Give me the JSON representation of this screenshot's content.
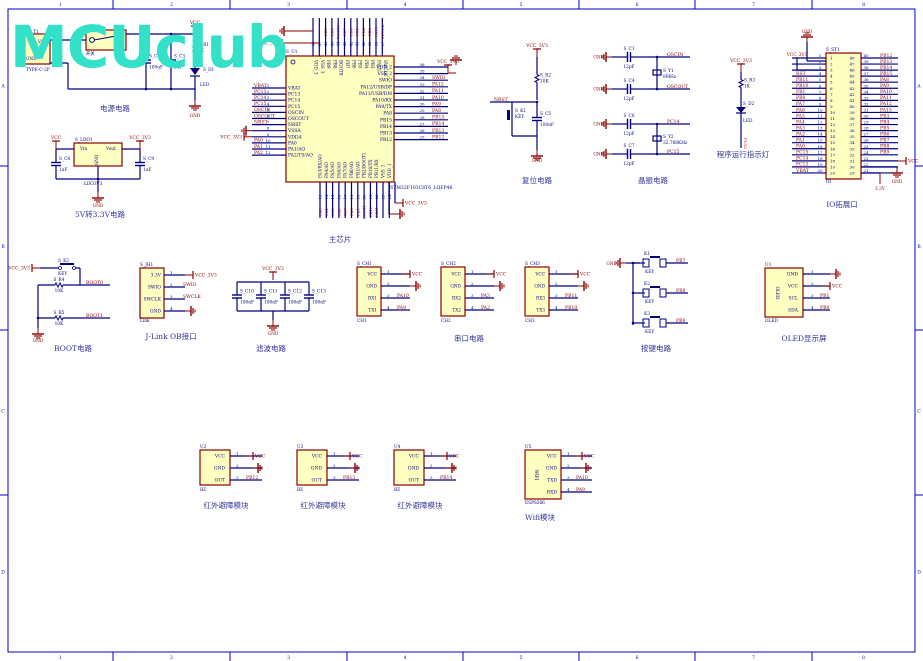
{
  "sheet": {
    "columns": [
      "1",
      "2",
      "3",
      "4",
      "5",
      "6",
      "7",
      "8"
    ],
    "rows": [
      "A",
      "B",
      "C",
      "D"
    ],
    "colors": {
      "border": "#0000d0",
      "wire": "#000080",
      "power": "#8b0000",
      "part_fill": "#ffffc0",
      "part_stroke": "#8b0000",
      "net_label": "#8b0000",
      "text": "#000080",
      "caption": "#333399",
      "watermark": "#33e0c8"
    }
  },
  "watermark": "MCUclub",
  "power": {
    "caption": "电源电路",
    "connector": "S_T1",
    "connector_pins": [
      "VCC",
      "GND"
    ],
    "connector_type": "TYPE-C-2P",
    "switch": "S_SW1",
    "switch_label": "开关",
    "caps": [
      {
        "ref": "S_C2",
        "value": "100uF"
      },
      {
        "ref": "S_C3",
        "value": "1uF"
      }
    ],
    "resistor": {
      "ref": "S_R1",
      "value": "1K"
    },
    "led": {
      "ref": "S_D1",
      "value": "LED"
    },
    "vcc": "VCC",
    "gnd": "GND"
  },
  "ldo": {
    "caption": "5V转3.3V电路",
    "ref": "S_LDO1",
    "part": "LDO3V3",
    "pins": [
      "Vin",
      "GND",
      "Vout"
    ],
    "caps": [
      {
        "ref": "S_C8",
        "value": "1uF"
      },
      {
        "ref": "S_C9",
        "value": "1uF"
      }
    ],
    "vin": "VCC",
    "vout": "VCC_3V3",
    "gnd": "GND"
  },
  "mcu": {
    "caption": "主芯片",
    "ref": "S_U1",
    "part": "STM32F103C8T6_LQFP48",
    "left_pins": [
      {
        "num": "1",
        "name": "VBAT",
        "net": "VBAT"
      },
      {
        "num": "2",
        "name": "PC13",
        "net": "PC13"
      },
      {
        "num": "3",
        "name": "PC14",
        "net": "PC14"
      },
      {
        "num": "4",
        "name": "PC15",
        "net": "PC15"
      },
      {
        "num": "5",
        "name": "OSCIN",
        "net": "OSCIN"
      },
      {
        "num": "6",
        "name": "OSCOUT",
        "net": "OSCOUT"
      },
      {
        "num": "7",
        "name": "NRST",
        "net": "NRST"
      },
      {
        "num": "8",
        "name": "VSSA",
        "net": "GND"
      },
      {
        "num": "9",
        "name": "VDDA",
        "net": "VCC_3V3"
      },
      {
        "num": "10",
        "name": "PA0",
        "net": "PA0"
      },
      {
        "num": "11",
        "name": "PA1/AO",
        "net": "PA1"
      },
      {
        "num": "12",
        "name": "PA2/TS/AO",
        "net": "PA2"
      }
    ],
    "right_pins": [
      {
        "num": "36",
        "name": "VDD_2",
        "net": "VCC_3V3"
      },
      {
        "num": "35",
        "name": "VSS_2",
        "net": "GND"
      },
      {
        "num": "34",
        "name": "SWIO",
        "net": "SWIO"
      },
      {
        "num": "33",
        "name": "PA12/USB/DP",
        "net": "PA12"
      },
      {
        "num": "32",
        "name": "PA11/USB/DM",
        "net": "PA11"
      },
      {
        "num": "31",
        "name": "PA10/RX",
        "net": "PA10"
      },
      {
        "num": "30",
        "name": "PA9/TX",
        "net": "PA9"
      },
      {
        "num": "29",
        "name": "PA8",
        "net": "PA8"
      },
      {
        "num": "28",
        "name": "PB15",
        "net": "PB15"
      },
      {
        "num": "27",
        "name": "PB14",
        "net": "PB14"
      },
      {
        "num": "26",
        "name": "PB13",
        "net": "PB13"
      },
      {
        "num": "25",
        "name": "PB12",
        "net": "PB12"
      }
    ],
    "top_pins": [
      {
        "num": "48",
        "name": "VDD_3",
        "net": "VCC_3V3"
      },
      {
        "num": "47",
        "name": "VSS_3",
        "net": "GND"
      },
      {
        "num": "46",
        "name": "PB9",
        "net": "PB9"
      },
      {
        "num": "45",
        "name": "PB8",
        "net": "PB8"
      },
      {
        "num": "44",
        "name": "BOOT0",
        "net": "BOOT0"
      },
      {
        "num": "43",
        "name": "PB7",
        "net": "PB7"
      },
      {
        "num": "42",
        "name": "PB6",
        "net": "PB6"
      },
      {
        "num": "41",
        "name": "PB5",
        "net": "PB5"
      },
      {
        "num": "40",
        "name": "PB4",
        "net": "PB4"
      },
      {
        "num": "39",
        "name": "PB3",
        "net": "PB3"
      },
      {
        "num": "38",
        "name": "PA15",
        "net": "PA15"
      },
      {
        "num": "37",
        "name": "SWCLK",
        "net": "SWCLK"
      }
    ],
    "bottom_pins": [
      {
        "num": "13",
        "name": "PA3/RX/AO",
        "net": "PA3"
      },
      {
        "num": "14",
        "name": "PA4/AO",
        "net": "PA4"
      },
      {
        "num": "15",
        "name": "PA5/AO",
        "net": "PA5"
      },
      {
        "num": "16",
        "name": "PA6/AO",
        "net": "PA6"
      },
      {
        "num": "17",
        "name": "PA7/AO",
        "net": "PA7"
      },
      {
        "num": "18",
        "name": "PB0/AO",
        "net": "PB0"
      },
      {
        "num": "19",
        "name": "PB1/AO",
        "net": "PB1"
      },
      {
        "num": "20",
        "name": "PB2/BOOT1",
        "net": "BOOT1"
      },
      {
        "num": "21",
        "name": "PB10/TX",
        "net": "PB10"
      },
      {
        "num": "22",
        "name": "PB11/RX",
        "net": "PB11"
      },
      {
        "num": "23",
        "name": "VSS_1",
        "net": "GND"
      },
      {
        "num": "24",
        "name": "VDD_1",
        "net": "VCC_3V3"
      }
    ]
  },
  "reset": {
    "caption": "复位电路",
    "vcc": "VCC_3V3",
    "net": "NRST",
    "gnd": "GND",
    "resistor": {
      "ref": "S_R2",
      "value": "10K"
    },
    "key": {
      "ref": "S_K1",
      "value": "KEY"
    },
    "cap": {
      "ref": "S_C5",
      "value": "100nF"
    }
  },
  "crystal": {
    "caption": "晶振电路",
    "hse": {
      "ref": "S_Y1",
      "value": "8MHz",
      "nets": [
        "OSCIN",
        "OSCOUT"
      ],
      "caps": [
        {
          "ref": "S_C1",
          "value": "12pF"
        },
        {
          "ref": "S_C4",
          "value": "12pF"
        }
      ]
    },
    "lse": {
      "ref": "S_Y2",
      "value": "32.768KHz",
      "nets": [
        "PC14",
        "PC15"
      ],
      "caps": [
        {
          "ref": "S_C6",
          "value": "12pF"
        },
        {
          "ref": "S_C7",
          "value": "12pF"
        }
      ]
    },
    "gnd": "GND"
  },
  "run_led": {
    "caption": "程序运行指示灯",
    "vcc": "VCC_3V3",
    "resistor": {
      "ref": "S_R3",
      "value": "1K"
    },
    "led": {
      "ref": "S_D2",
      "value": "LED"
    },
    "net": "PC13"
  },
  "io": {
    "caption": "IO拓展口",
    "ref": "S_ST1",
    "part": "IO",
    "gnd": "GND",
    "vcc": "VCC",
    "vcc3": "VCC_3V3",
    "v33": "3.3V",
    "left": [
      {
        "num": "1",
        "net": "VCC_3V3"
      },
      {
        "num": "2",
        "net": ""
      },
      {
        "num": "3",
        "net": ""
      },
      {
        "num": "4",
        "net": "RST"
      },
      {
        "num": "5",
        "net": "PB11"
      },
      {
        "num": "6",
        "net": "PB10"
      },
      {
        "num": "7",
        "net": "PB1"
      },
      {
        "num": "8",
        "net": "PB0"
      },
      {
        "num": "9",
        "net": "PA7"
      },
      {
        "num": "10",
        "net": "PA6"
      },
      {
        "num": "11",
        "net": "PA5"
      },
      {
        "num": "12",
        "net": "PA4"
      },
      {
        "num": "13",
        "net": "PA3"
      },
      {
        "num": "14",
        "net": "PA2"
      },
      {
        "num": "15",
        "net": "PA1"
      },
      {
        "num": "16",
        "net": "PA0"
      },
      {
        "num": "17",
        "net": "PC15"
      },
      {
        "num": "18",
        "net": "PC14"
      },
      {
        "num": "19",
        "net": "PC13"
      },
      {
        "num": "20",
        "net": "VBAT"
      }
    ],
    "right": [
      {
        "num": "40",
        "net": "PB12"
      },
      {
        "num": "39",
        "net": "PB13"
      },
      {
        "num": "38",
        "net": "PB14"
      },
      {
        "num": "37",
        "net": "PB15"
      },
      {
        "num": "36",
        "net": "PA8"
      },
      {
        "num": "35",
        "net": "PA9"
      },
      {
        "num": "34",
        "net": "PA10"
      },
      {
        "num": "33",
        "net": "PA11"
      },
      {
        "num": "32",
        "net": "PA12"
      },
      {
        "num": "31",
        "net": "PA15"
      },
      {
        "num": "30",
        "net": "PB3"
      },
      {
        "num": "29",
        "net": "PB4"
      },
      {
        "num": "28",
        "net": "PB5"
      },
      {
        "num": "27",
        "net": "PB6"
      },
      {
        "num": "26",
        "net": "PB7"
      },
      {
        "num": "25",
        "net": "PB8"
      },
      {
        "num": "24",
        "net": "PB9"
      },
      {
        "num": "23",
        "net": "VCC"
      },
      {
        "num": "22",
        "net": "GND"
      },
      {
        "num": "21",
        "net": "3.3V"
      }
    ]
  },
  "boot": {
    "caption": "BOOT电路",
    "vcc": "VCC_3V3",
    "gnd": "GND",
    "key": {
      "ref": "S_K2",
      "value": "KEY"
    },
    "r4": {
      "ref": "S_R4",
      "value": "10K",
      "net": "BOOT0"
    },
    "r5": {
      "ref": "S_R5",
      "value": "10K",
      "net": "BOOT1"
    }
  },
  "jlink": {
    "caption": "J-Link OB接口",
    "ref": "S_JH1",
    "part": "Link",
    "pins": [
      {
        "num": "1",
        "name": "3.3V",
        "net": "VCC_3V3"
      },
      {
        "num": "2",
        "name": "SWIO",
        "net": "SWIO"
      },
      {
        "num": "3",
        "name": "SWCLK",
        "net": "SWCLK"
      },
      {
        "num": "4",
        "name": "GND",
        "net": "GND"
      }
    ]
  },
  "filter": {
    "caption": "滤波电路",
    "vcc": "VCC_3V3",
    "gnd": "GND",
    "caps": [
      {
        "ref": "S_C10",
        "value": "100nF"
      },
      {
        "ref": "S_C11",
        "value": "100nF"
      },
      {
        "ref": "S_C12",
        "value": "100nF"
      },
      {
        "ref": "S_C13",
        "value": "100nF"
      }
    ]
  },
  "uart": {
    "caption": "串口电路",
    "ports": [
      {
        "ref": "S_CH1",
        "part": "CH1",
        "pins": [
          {
            "num": "1",
            "name": "VCC",
            "net": "VCC"
          },
          {
            "num": "2",
            "name": "GND",
            "net": "GND"
          },
          {
            "num": "3",
            "name": "RX1",
            "net": "PA10"
          },
          {
            "num": "4",
            "name": "TX1",
            "net": "PA9"
          }
        ]
      },
      {
        "ref": "S_CH2",
        "part": "CH2",
        "pins": [
          {
            "num": "1",
            "name": "VCC",
            "net": "VCC"
          },
          {
            "num": "2",
            "name": "GND",
            "net": "GND"
          },
          {
            "num": "3",
            "name": "RX2",
            "net": "PA3"
          },
          {
            "num": "4",
            "name": "TX2",
            "net": "PA2"
          }
        ]
      },
      {
        "ref": "S_CH3",
        "part": "CH3",
        "pins": [
          {
            "num": "1",
            "name": "VCC",
            "net": "VCC"
          },
          {
            "num": "2",
            "name": "GND",
            "net": "GND"
          },
          {
            "num": "3",
            "name": "RX3",
            "net": "PB11"
          },
          {
            "num": "4",
            "name": "TX3",
            "net": "PB10"
          }
        ]
      }
    ]
  },
  "keys": {
    "caption": "按键电路",
    "gnd": "GND",
    "items": [
      {
        "ref": "K1",
        "value": "KEY",
        "net": "PB7"
      },
      {
        "ref": "K2",
        "value": "KEY",
        "net": "PB8"
      },
      {
        "ref": "K3",
        "value": "KEY",
        "net": "PB9"
      }
    ]
  },
  "oled": {
    "caption": "OLED显示屏",
    "ref": "U1",
    "part": "OLED",
    "body": "OLED",
    "pins": [
      {
        "num": "1",
        "name": "GND",
        "net": "GND"
      },
      {
        "num": "2",
        "name": "VCC",
        "net": "VCC"
      },
      {
        "num": "3",
        "name": "SCL",
        "net": "PB1"
      },
      {
        "num": "4",
        "name": "SDA",
        "net": "PB0"
      }
    ]
  },
  "ir": {
    "modules": [
      {
        "ref": "U2",
        "part": "BZ",
        "caption": "红外避障模块",
        "pins": [
          {
            "num": "1",
            "name": "VCC",
            "net": "VCC"
          },
          {
            "num": "2",
            "name": "GND",
            "net": "GND"
          },
          {
            "num": "3",
            "name": "OUT",
            "net": "PB12"
          }
        ]
      },
      {
        "ref": "U3",
        "part": "BZ",
        "caption": "红外避障模块",
        "pins": [
          {
            "num": "1",
            "name": "VCC",
            "net": "VCC"
          },
          {
            "num": "2",
            "name": "GND",
            "net": "GND"
          },
          {
            "num": "3",
            "name": "OUT",
            "net": "PB13"
          }
        ]
      },
      {
        "ref": "U4",
        "part": "BZ",
        "caption": "红外避障模块",
        "pins": [
          {
            "num": "1",
            "name": "VCC",
            "net": "VCC"
          },
          {
            "num": "2",
            "name": "GND",
            "net": "GND"
          },
          {
            "num": "3",
            "name": "OUT",
            "net": "PB14"
          }
        ]
      }
    ]
  },
  "wifi": {
    "caption": "Wifi模块",
    "ref": "U5",
    "part": "ESP8266",
    "body": "WIFI",
    "pins": [
      {
        "num": "1",
        "name": "VCC",
        "net": "VCC"
      },
      {
        "num": "2",
        "name": "GND",
        "net": "GND"
      },
      {
        "num": "3",
        "name": "TXD",
        "net": "PA10"
      },
      {
        "num": "4",
        "name": "RXD",
        "net": "PA9"
      }
    ]
  }
}
